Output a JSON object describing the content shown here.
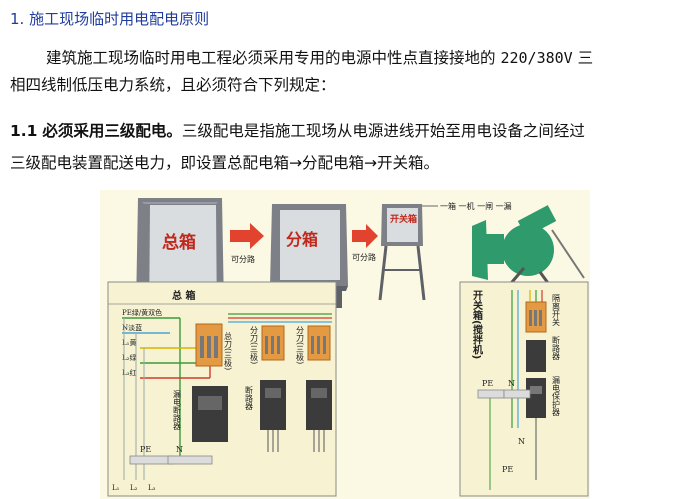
{
  "heading": "1. 施工现场临时用电配电原则",
  "intro": {
    "line1": "建筑施工现场临时用电工程必须采用专用的电源中性点直接接地的",
    "voltage": "220/380V",
    "line1_end": "三",
    "line2": "相四线制低压电力系统，且必须符合下列规定："
  },
  "rule": {
    "number": "1.1",
    "title": "必须采用三级配电。",
    "text1": "三级配电是指施工现场从电源进线开始至用电设备之间经过",
    "text2": "三级配电装置配送电力，即设置总配电箱→分配电箱→开关箱。"
  },
  "diagram": {
    "box1_label": "总箱",
    "box2_label": "分箱",
    "box3_label": "开关箱",
    "branch_label_1": "可分路",
    "branch_label_2": "可分路",
    "principle_label": "一箱 一机 一闸 一漏",
    "main_box_title": "总 箱",
    "wires": [
      "PE绿/黄双色",
      "N淡蓝",
      "L₁黄",
      "L₂绿",
      "L₃红"
    ],
    "main_knife_switch": "总刀(三极)",
    "leakage_breaker": "漏电断路器",
    "sub_knife_switch_1": "分刀(三极)",
    "sub_knife_switch_2": "分刀(三极)",
    "breaker": "断路器",
    "pe_terminal": "PE",
    "n_terminal": "N",
    "bottom_labels": [
      "L₁",
      "L₂",
      "L₃"
    ],
    "switch_box_title": "开关箱(搅拌机)",
    "isolating_switch": "隔离开关",
    "circuit_breaker": "断路器",
    "leakage_protector": "漏电保护器",
    "sw_pe": "PE",
    "sw_n": "N",
    "sw_n2": "N",
    "sw_pe2": "PE"
  },
  "colors": {
    "heading": "#1f3c9e",
    "figure_bg": "#fbf9e3",
    "box_label_red": "#c1271b",
    "arrow_red": "#e2432f",
    "machine_green": "#2f9a6c",
    "wire_green": "#3a9a3a",
    "wire_blue": "#4aa3d8",
    "wire_red": "#d23a2a"
  }
}
